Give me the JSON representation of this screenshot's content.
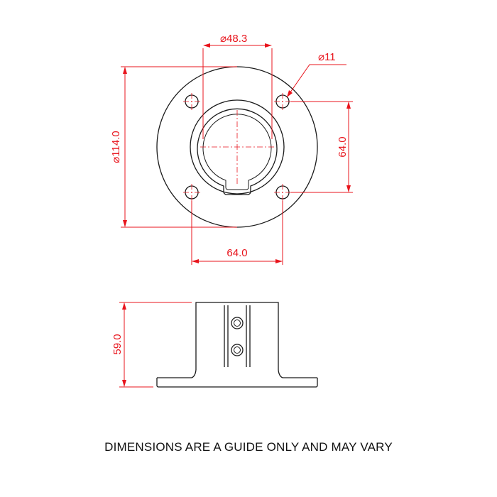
{
  "dimensions": {
    "bore_diameter": "48.3",
    "hole_diameter": "11",
    "flange_diameter": "114.0",
    "hole_spacing_vertical": "64.0",
    "hole_spacing_horizontal": "64.0",
    "height": "59.0"
  },
  "symbols": {
    "diameter": "⌀"
  },
  "footer": {
    "note": "DIMENSIONS ARE A GUIDE ONLY AND MAY VARY"
  },
  "colors": {
    "dimension": "#e8141c",
    "outline": "#1a1a1a"
  }
}
